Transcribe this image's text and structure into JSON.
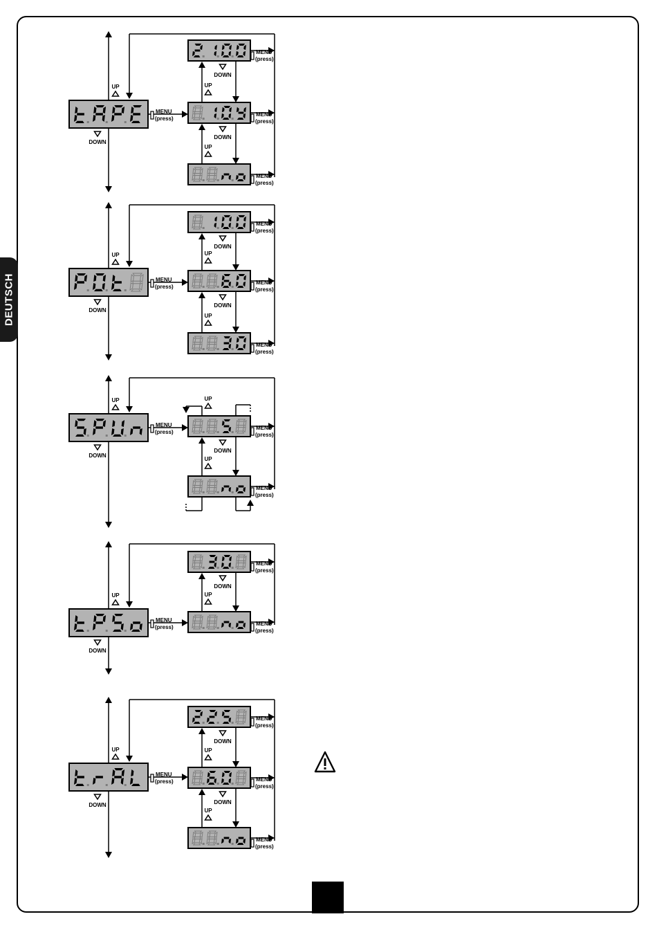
{
  "side_tab": {
    "label": "DEUTSCH"
  },
  "labels": {
    "up": "UP",
    "down": "DOWN",
    "menu": "MENU",
    "press": "(press)"
  },
  "colors": {
    "lcd_bg": "#b3b3b3",
    "segment_on": "#000000",
    "segment_off": "#7d7d7d",
    "frame": "#000000"
  },
  "icons": {
    "warning": "warning-triangle-icon",
    "up_arrow": "triangle-up-outline",
    "down_arrow": "triangle-down-outline"
  },
  "diagrams": [
    {
      "name": "TAPE",
      "main": [
        {
          "c": "t",
          "on": true
        },
        {
          "c": "A",
          "on": true
        },
        {
          "c": "P",
          "on": true
        },
        {
          "c": "E",
          "on": true
        }
      ],
      "values": [
        [
          {
            "c": "2",
            "on": true
          },
          {
            "c": "1",
            "on": true
          },
          {
            "c": "0",
            "on": true
          },
          {
            "c": "0",
            "on": true
          }
        ],
        [
          {
            "c": "8",
            "on": false
          },
          {
            "c": "1",
            "on": true
          },
          {
            "c": "0",
            "on": true
          },
          {
            "c": "Y",
            "on": true
          }
        ],
        [
          {
            "c": "8",
            "on": false
          },
          {
            "c": "8",
            "on": false
          },
          {
            "c": "n",
            "on": true
          },
          {
            "c": "o",
            "on": true
          }
        ]
      ],
      "wrap": "normal"
    },
    {
      "name": "POTE",
      "main": [
        {
          "c": "P",
          "on": true
        },
        {
          "c": "O",
          "on": true
        },
        {
          "c": "t",
          "on": true
        },
        {
          "c": "8",
          "on": false
        }
      ],
      "values": [
        [
          {
            "c": "8",
            "on": false
          },
          {
            "c": "1",
            "on": true
          },
          {
            "c": "0",
            "on": true
          },
          {
            "c": "0",
            "on": true
          }
        ],
        [
          {
            "c": "8",
            "on": false
          },
          {
            "c": "8",
            "on": false
          },
          {
            "c": "6",
            "on": true
          },
          {
            "c": "0",
            "on": true
          }
        ],
        [
          {
            "c": "8",
            "on": false
          },
          {
            "c": "8",
            "on": false
          },
          {
            "c": "3",
            "on": true
          },
          {
            "c": "0",
            "on": true
          }
        ]
      ],
      "wrap": "normal"
    },
    {
      "name": "SPUN",
      "main": [
        {
          "c": "S",
          "on": true
        },
        {
          "c": "P",
          "on": true
        },
        {
          "c": "U",
          "on": true
        },
        {
          "c": "n",
          "on": true
        }
      ],
      "values": [
        [
          {
            "c": "8",
            "on": false
          },
          {
            "c": "8",
            "on": false
          },
          {
            "c": "S",
            "on": true
          },
          {
            "c": "8",
            "on": false
          }
        ],
        [
          {
            "c": "8",
            "on": false
          },
          {
            "c": "8",
            "on": false
          },
          {
            "c": "n",
            "on": true
          },
          {
            "c": "o",
            "on": true
          }
        ]
      ],
      "wrap": "dashed"
    },
    {
      "name": "TPSO",
      "main": [
        {
          "c": "t",
          "on": true
        },
        {
          "c": "P",
          "on": true
        },
        {
          "c": "S",
          "on": true
        },
        {
          "c": "o",
          "on": true
        }
      ],
      "values": [
        [
          {
            "c": "8",
            "on": false
          },
          {
            "c": "3",
            "on": true
          },
          {
            "c": "0",
            "on": true
          },
          {
            "c": "1",
            "on": false
          }
        ],
        [
          {
            "c": "8",
            "on": false
          },
          {
            "c": "8",
            "on": false
          },
          {
            "c": "n",
            "on": true
          },
          {
            "c": "o",
            "on": true
          }
        ]
      ],
      "wrap": "normal"
    },
    {
      "name": "TRAL",
      "main": [
        {
          "c": "t",
          "on": true
        },
        {
          "c": "r",
          "on": true
        },
        {
          "c": "A",
          "on": true
        },
        {
          "c": "L",
          "on": true
        }
      ],
      "values": [
        [
          {
            "c": "2",
            "on": true
          },
          {
            "c": "2",
            "on": true
          },
          {
            "c": "5",
            "on": true
          },
          {
            "c": "1",
            "on": false
          }
        ],
        [
          {
            "c": "8",
            "on": false
          },
          {
            "c": "6",
            "on": true
          },
          {
            "c": "0",
            "on": true
          },
          {
            "c": "1",
            "on": false
          }
        ],
        [
          {
            "c": "8",
            "on": false
          },
          {
            "c": "8",
            "on": false
          },
          {
            "c": "n",
            "on": true
          },
          {
            "c": "o",
            "on": true
          }
        ]
      ],
      "wrap": "normal"
    }
  ]
}
